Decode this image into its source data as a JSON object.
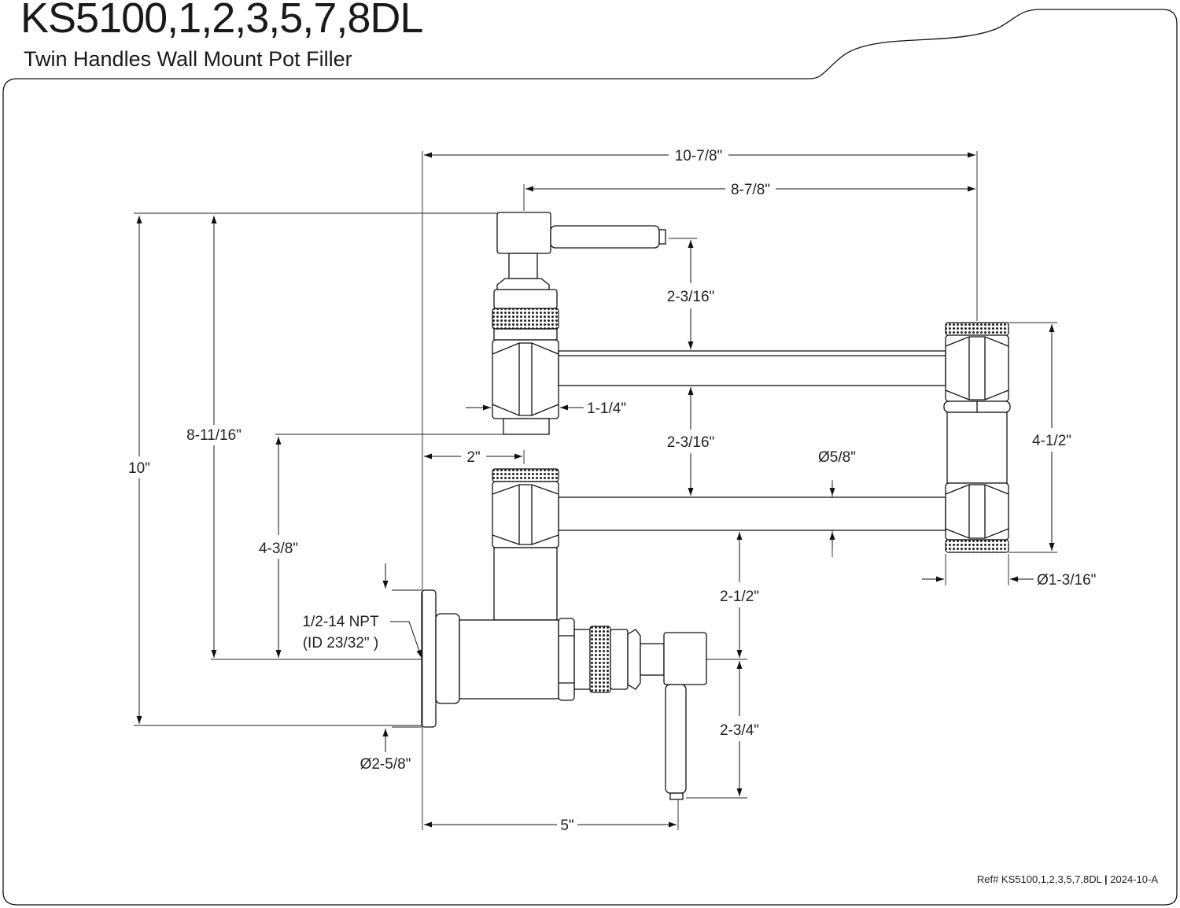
{
  "header": {
    "model": "KS5100,1,2,3,5,7,8DL",
    "subtitle": "Twin Handles Wall Mount Pot Filler"
  },
  "dimensions": {
    "overall_width": "10-7/8\"",
    "arm_reach": "8-7/8\"",
    "upper_handle_drop": "2-3/16\"",
    "arm_spacing": "2-3/16\"",
    "valve_width": "1-1/4\"",
    "overall_height": "10\"",
    "top_to_inlet": "8-11/16\"",
    "lower_arm_to_inlet": "4-3/8\"",
    "offset": "2\"",
    "tube_dia": "Ø5/8\"",
    "swivel_height": "4-1/2\"",
    "swivel_dia": "Ø1-3/16\"",
    "lower_arm_to_handle": "2-1/2\"",
    "handle_length": "2-3/4\"",
    "flange_dia": "Ø2-5/8\"",
    "flange_projection": "5\"",
    "npt_line1": "1/2-14 NPT",
    "npt_line2": "(ID 23/32\" )"
  },
  "footer": {
    "ref_label": "Ref# KS5100,1,2,3,5,7,8DL",
    "separator": "|",
    "revision": "2024-10-A"
  }
}
